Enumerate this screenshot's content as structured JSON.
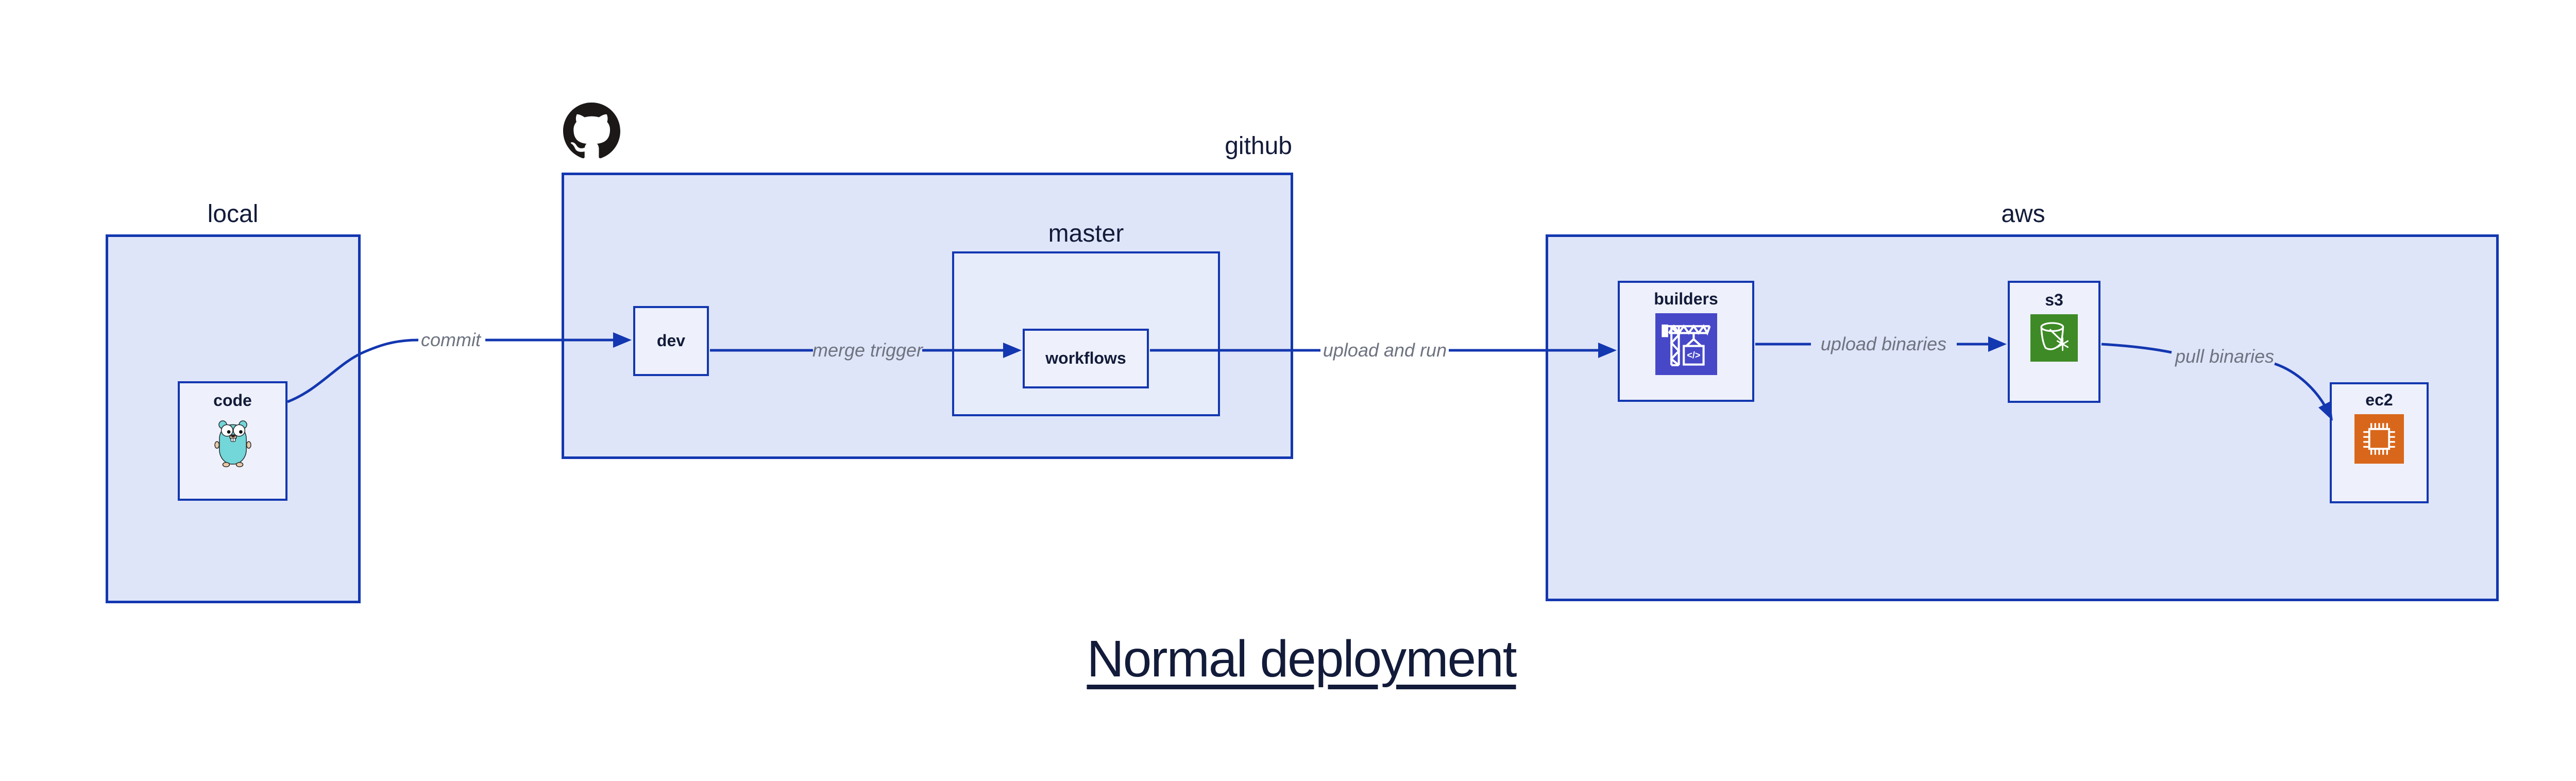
{
  "diagram_title": "Normal deployment",
  "groups": {
    "local": {
      "label": "local"
    },
    "github": {
      "label": "github"
    },
    "master": {
      "label": "master"
    },
    "aws": {
      "label": "aws"
    }
  },
  "nodes": {
    "code": {
      "label": "code"
    },
    "dev": {
      "label": "dev"
    },
    "workflows": {
      "label": "workflows"
    },
    "builders": {
      "label": "builders",
      "icon_code_glyph": "</>"
    },
    "s3": {
      "label": "s3"
    },
    "ec2": {
      "label": "ec2"
    }
  },
  "edges": {
    "commit": {
      "label": "commit"
    },
    "merge_trigger": {
      "label": "merge trigger"
    },
    "upload_and_run": {
      "label": "upload and run"
    },
    "upload_binaries": {
      "label": "upload binaries"
    },
    "pull_binaries": {
      "label": "pull binaries"
    }
  },
  "icons": {
    "github_logo": "github-octocat-logo",
    "code_icon": "go-gopher-icon",
    "builders_icon": "codebuild-crane-icon",
    "s3_icon": "s3-bucket-snowflake-icon",
    "ec2_icon": "ec2-chip-icon"
  },
  "colors": {
    "connector_blue": "#1337b0",
    "group_fill": "#dee5f8",
    "master_fill": "#e7ecfa",
    "node_fill": "#eef1fb",
    "text_navy": "#131b3a",
    "edge_label_gray": "#6e7380",
    "builders_icon_bg": "#4648c8",
    "s3_icon_bg": "#3e8a26",
    "ec2_icon_bg": "#d9671b",
    "gopher_teal": "#73d6d8",
    "github_logo_black": "#1b1817"
  }
}
